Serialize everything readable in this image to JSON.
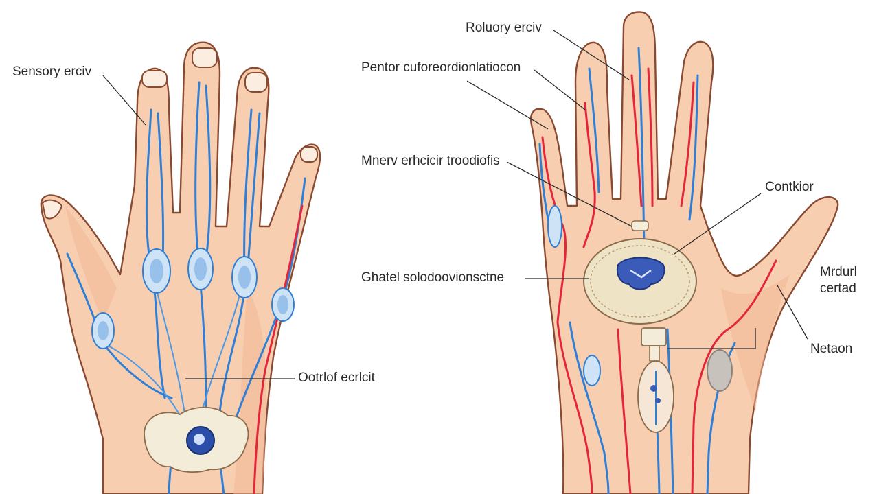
{
  "diagram": {
    "labels": {
      "sensory_nerve": "Sensory erciv",
      "pathway": "Pentor cuforeordionlatiocon",
      "motor_fiber": "Mnerv erhcicir troodiofis",
      "conductor": "Ootrlof ecrlcit",
      "rotary_nerve": "Roluory erciv",
      "contactor": "Contkior",
      "ganglion": "Ghatel solodoovionsctne",
      "median_central": "Mrdurl certad",
      "neuron": "Netaon"
    },
    "colors": {
      "skin": "#f7cfb0",
      "outline": "#8a4a32",
      "vein_blue": "#2f7fd6",
      "artery_red": "#e5263a",
      "cross_section": "#efe3c6"
    },
    "icons": [
      "left-hand-dorsal-illustration",
      "right-hand-palmar-illustration",
      "nerve-cross-section-icon"
    ]
  }
}
